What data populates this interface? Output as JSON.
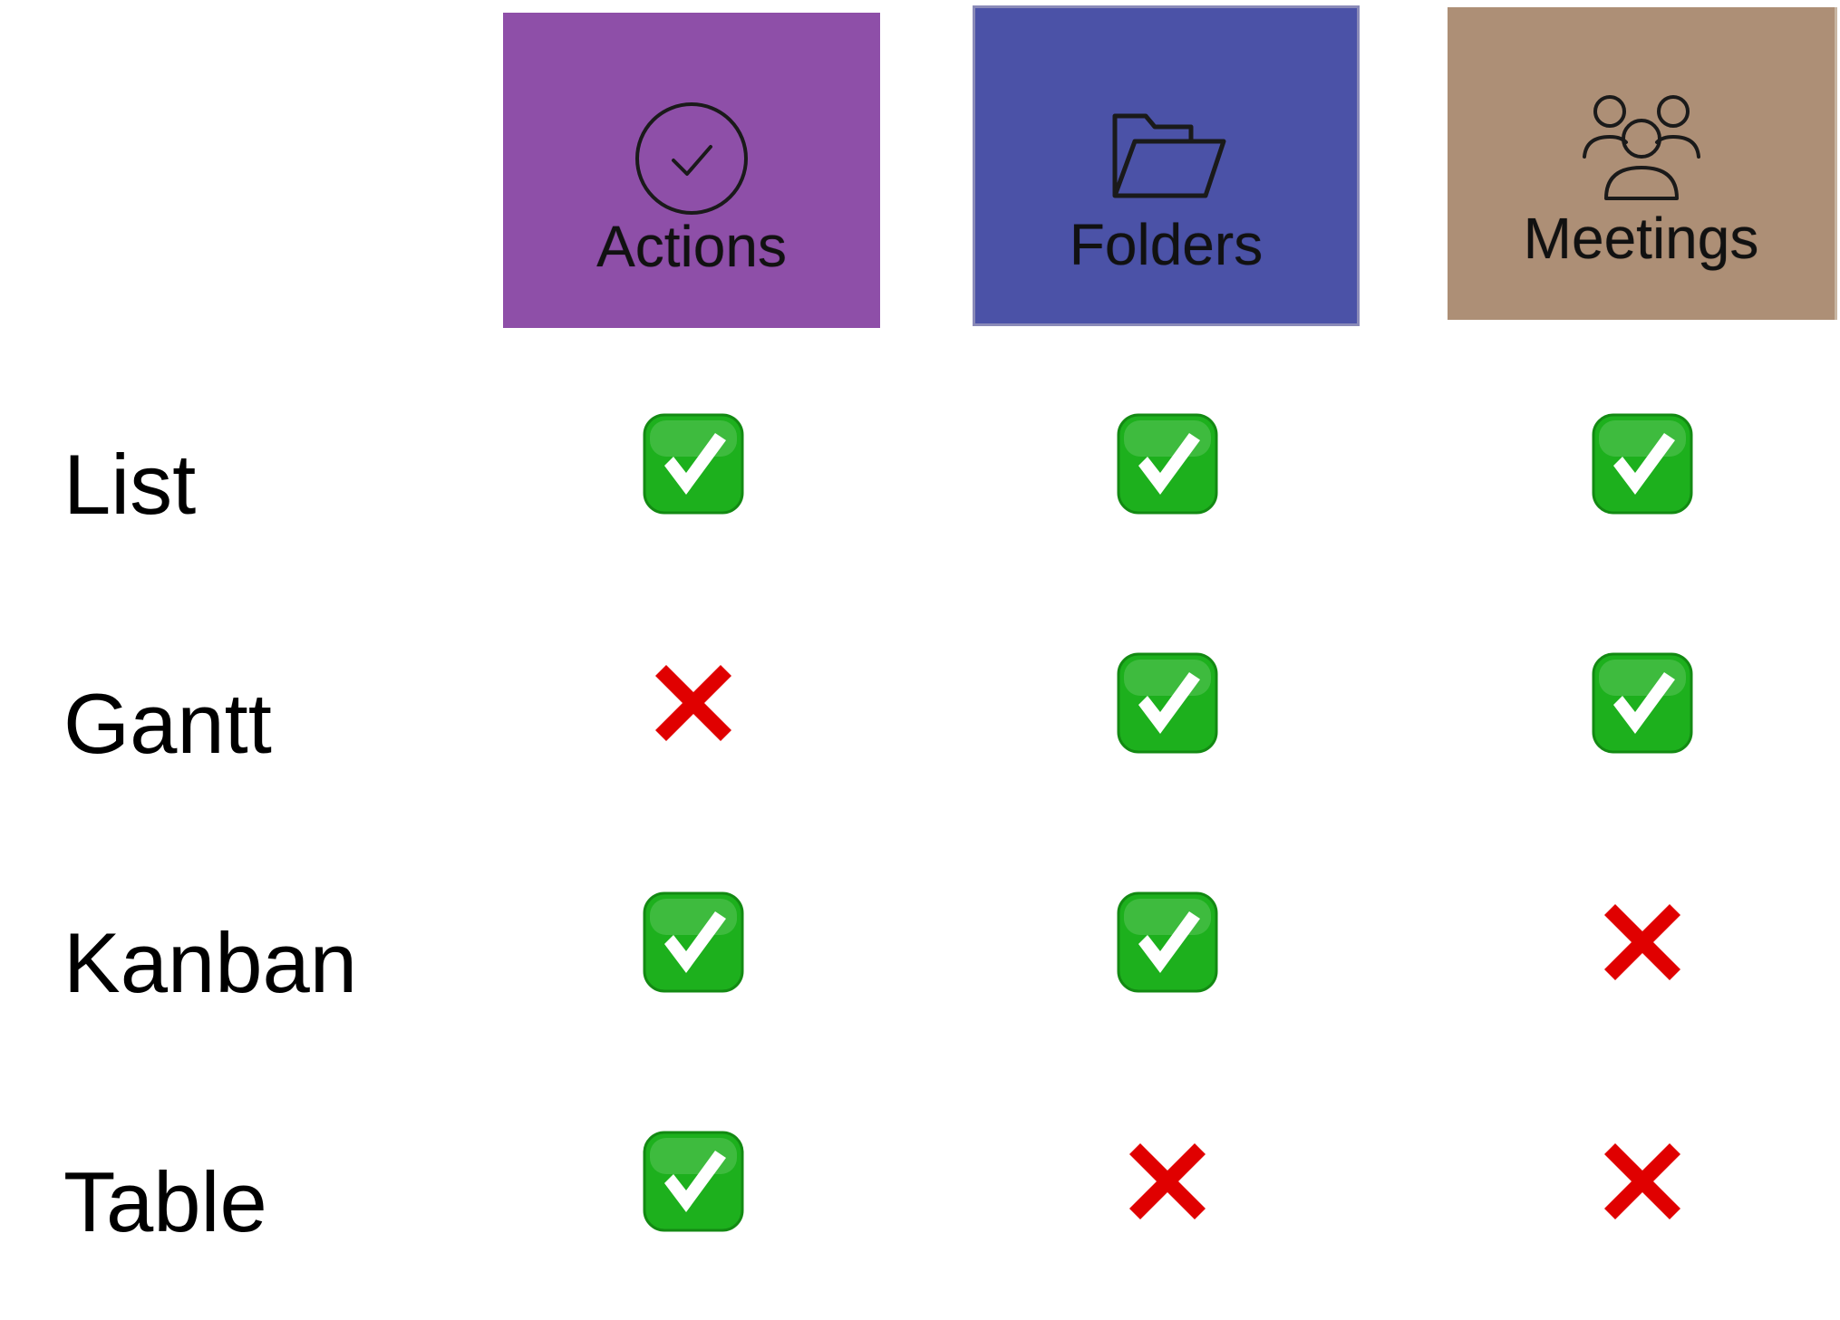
{
  "columns": [
    {
      "key": "actions",
      "label": "Actions",
      "icon": "check-circle-icon",
      "color": "#8E4FA8"
    },
    {
      "key": "folders",
      "label": "Folders",
      "icon": "folder-open-icon",
      "color": "#4B52A7"
    },
    {
      "key": "meetings",
      "label": "Meetings",
      "icon": "people-group-icon",
      "color": "#AD8F76"
    }
  ],
  "rows": [
    {
      "label": "List",
      "values": {
        "actions": true,
        "folders": true,
        "meetings": true
      }
    },
    {
      "label": "Gantt",
      "values": {
        "actions": false,
        "folders": true,
        "meetings": true
      }
    },
    {
      "label": "Kanban",
      "values": {
        "actions": true,
        "folders": true,
        "meetings": false
      }
    },
    {
      "label": "Table",
      "values": {
        "actions": true,
        "folders": false,
        "meetings": false
      }
    }
  ],
  "marks": {
    "yes": {
      "icon": "green-check-icon",
      "color": "#1DB01D"
    },
    "no": {
      "icon": "red-x-icon",
      "color": "#E00000"
    }
  }
}
